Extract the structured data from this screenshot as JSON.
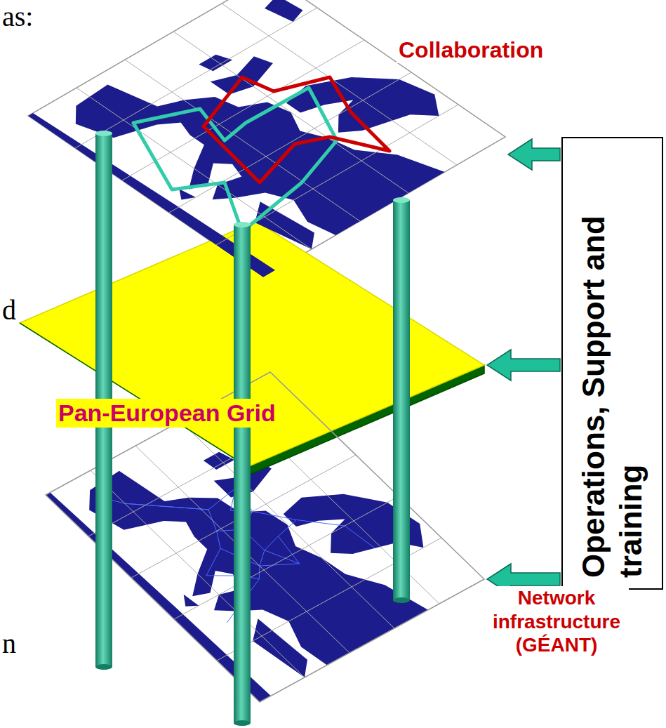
{
  "diagram": {
    "nodes": [
      {
        "text": [
          "Collaboration"
        ]
      },
      {
        "text": [
          "Pan-European Grid"
        ]
      },
      {
        "text": [
          "Network infrastructure (GÉANT)"
        ]
      },
      {
        "text": [
          "Operations, Support and training"
        ]
      }
    ],
    "edges": [
      {
        "from": 3,
        "to": 0,
        "arrow": "to"
      },
      {
        "from": 3,
        "to": 1,
        "arrow": "to"
      },
      {
        "from": 3,
        "to": 2,
        "arrow": "to"
      }
    ],
    "labels": [
      "as:",
      "d",
      "n"
    ]
  }
}
